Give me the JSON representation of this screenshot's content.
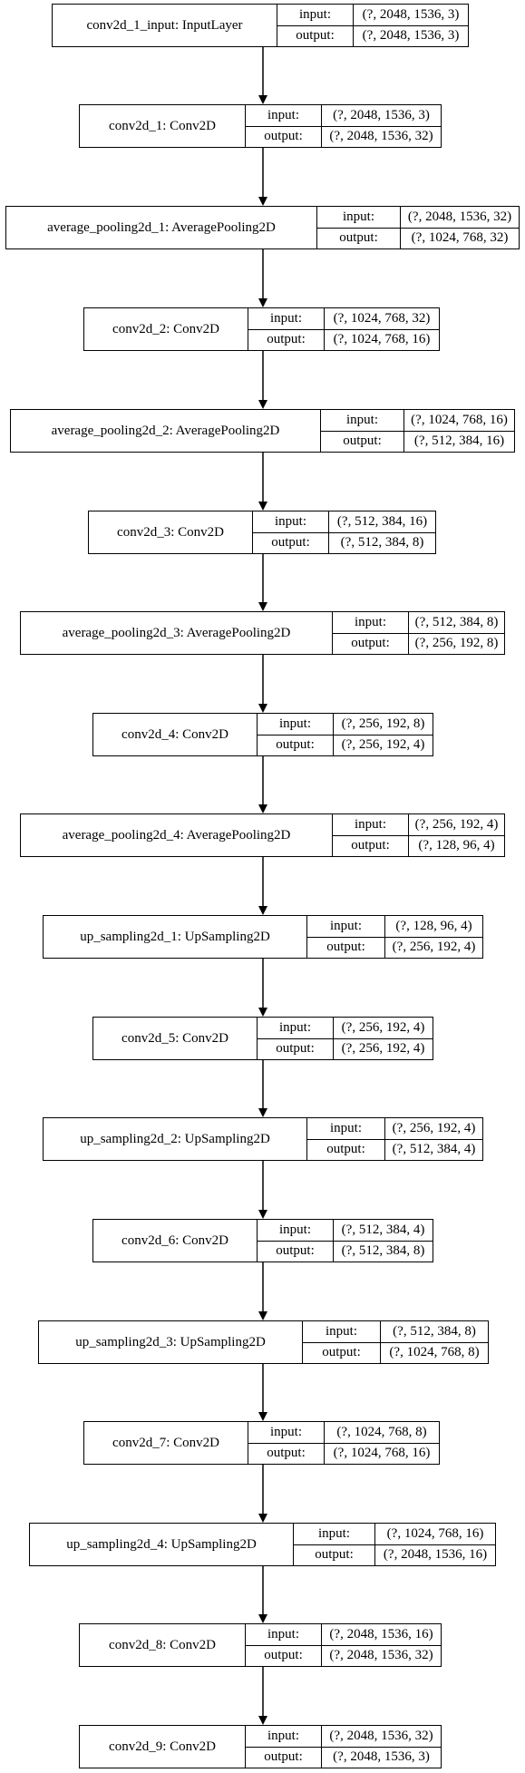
{
  "labels": {
    "input": "input:",
    "output": "output:"
  },
  "nodes": [
    {
      "name": "conv2d_1_input: InputLayer",
      "input": "(?, 2048, 1536, 3)",
      "output": "(?, 2048, 1536, 3)"
    },
    {
      "name": "conv2d_1: Conv2D",
      "input": "(?, 2048, 1536, 3)",
      "output": "(?, 2048, 1536, 32)"
    },
    {
      "name": "average_pooling2d_1: AveragePooling2D",
      "input": "(?, 2048, 1536, 32)",
      "output": "(?, 1024, 768, 32)"
    },
    {
      "name": "conv2d_2: Conv2D",
      "input": "(?, 1024, 768, 32)",
      "output": "(?, 1024, 768, 16)"
    },
    {
      "name": "average_pooling2d_2: AveragePooling2D",
      "input": "(?, 1024, 768, 16)",
      "output": "(?, 512, 384, 16)"
    },
    {
      "name": "conv2d_3: Conv2D",
      "input": "(?, 512, 384, 16)",
      "output": "(?, 512, 384, 8)"
    },
    {
      "name": "average_pooling2d_3: AveragePooling2D",
      "input": "(?, 512, 384, 8)",
      "output": "(?, 256, 192, 8)"
    },
    {
      "name": "conv2d_4: Conv2D",
      "input": "(?, 256, 192, 8)",
      "output": "(?, 256, 192, 4)"
    },
    {
      "name": "average_pooling2d_4: AveragePooling2D",
      "input": "(?, 256, 192, 4)",
      "output": "(?, 128, 96, 4)"
    },
    {
      "name": "up_sampling2d_1: UpSampling2D",
      "input": "(?, 128, 96, 4)",
      "output": "(?, 256, 192, 4)"
    },
    {
      "name": "conv2d_5: Conv2D",
      "input": "(?, 256, 192, 4)",
      "output": "(?, 256, 192, 4)"
    },
    {
      "name": "up_sampling2d_2: UpSampling2D",
      "input": "(?, 256, 192, 4)",
      "output": "(?, 512, 384, 4)"
    },
    {
      "name": "conv2d_6: Conv2D",
      "input": "(?, 512, 384, 4)",
      "output": "(?, 512, 384, 8)"
    },
    {
      "name": "up_sampling2d_3: UpSampling2D",
      "input": "(?, 512, 384, 8)",
      "output": "(?, 1024, 768, 8)"
    },
    {
      "name": "conv2d_7: Conv2D",
      "input": "(?, 1024, 768, 8)",
      "output": "(?, 1024, 768, 16)"
    },
    {
      "name": "up_sampling2d_4: UpSampling2D",
      "input": "(?, 1024, 768, 16)",
      "output": "(?, 2048, 1536, 16)"
    },
    {
      "name": "conv2d_8: Conv2D",
      "input": "(?, 2048, 1536, 16)",
      "output": "(?, 2048, 1536, 32)"
    },
    {
      "name": "conv2d_9: Conv2D",
      "input": "(?, 2048, 1536, 32)",
      "output": "(?, 2048, 1536, 3)"
    }
  ]
}
